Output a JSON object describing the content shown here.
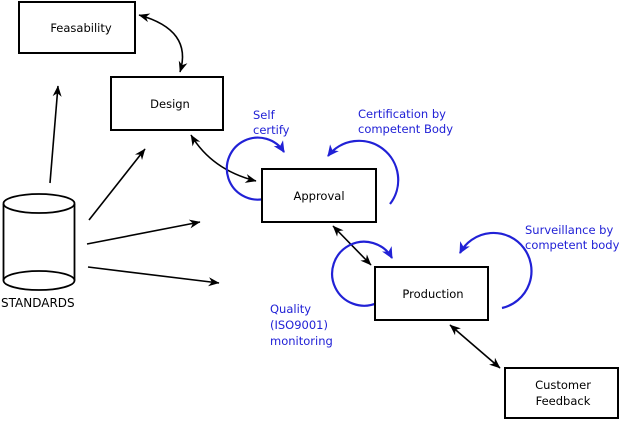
{
  "diagram": {
    "background": "#ffffff",
    "line_color": "#000000",
    "annotation_color": "#2121d6",
    "boxes": {
      "feasability": {
        "label": "Feasability"
      },
      "design": {
        "label": "Design"
      },
      "approval": {
        "label": "Approval"
      },
      "production": {
        "label": "Production"
      },
      "customer_feedback": {
        "line1": "Customer",
        "line2": "Feedback"
      }
    },
    "datastore": {
      "label": "STANDARDS"
    },
    "annotations": {
      "self_certify": {
        "line1": "Self",
        "line2": "certify"
      },
      "certification": {
        "line1": "Certification by",
        "line2": "competent Body"
      },
      "surveillance": {
        "line1": "Surveillance by",
        "line2": "competent body"
      },
      "quality": {
        "line1": "Quality",
        "line2": "(ISO9001)",
        "line3": "monitoring"
      }
    }
  }
}
